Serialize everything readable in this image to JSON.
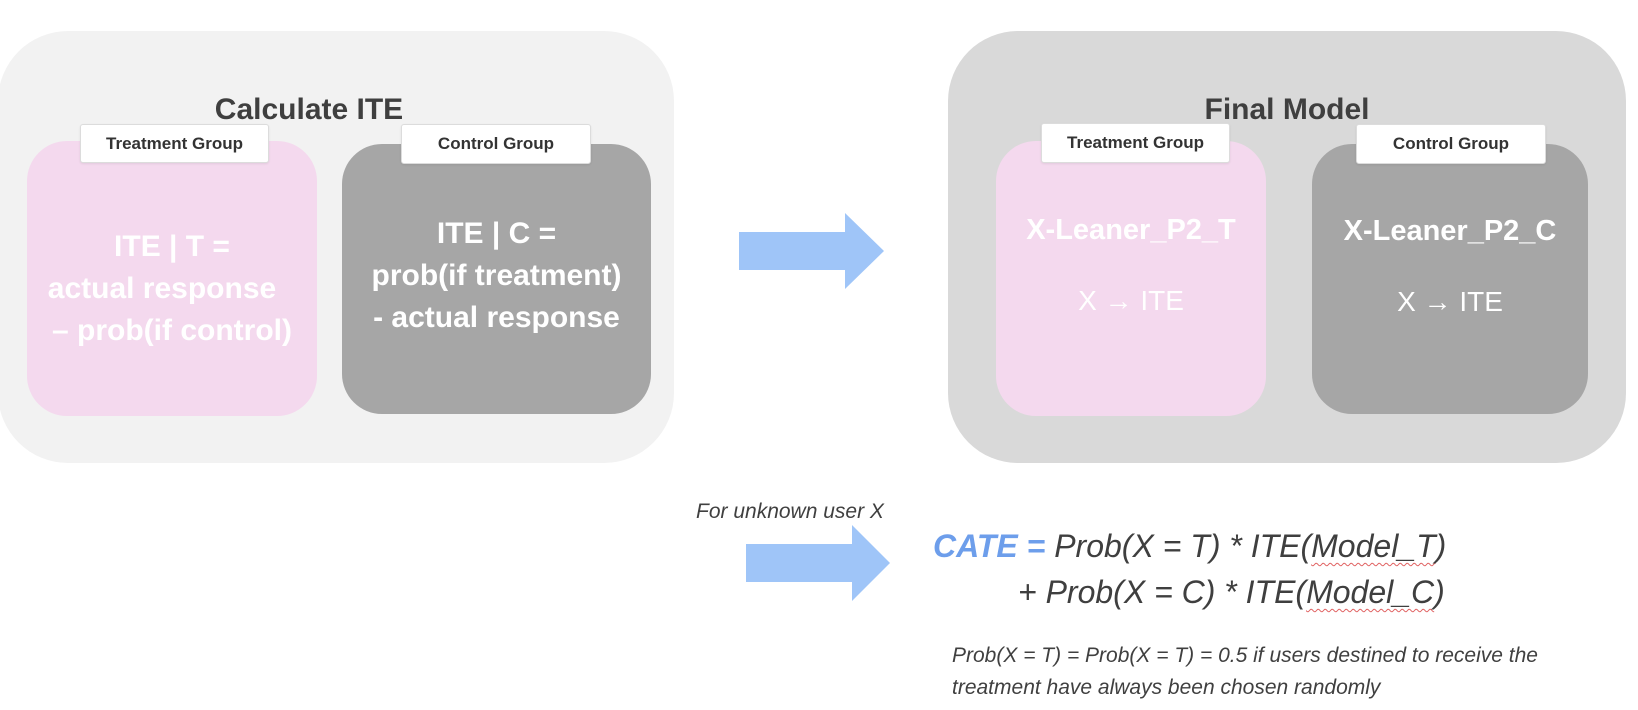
{
  "left_panel": {
    "title": "Calculate ITE",
    "treatment_tag": "Treatment Group",
    "control_tag": "Control Group",
    "treatment_lines": [
      "ITE | T =",
      "actual response",
      "– prob(if control)"
    ],
    "control_lines": [
      "ITE | C =",
      "prob(if treatment)",
      "- actual response"
    ]
  },
  "right_panel": {
    "title": "Final Model",
    "treatment_tag": "Treatment Group",
    "control_tag": "Control Group",
    "treatment_model": "X-Leaner_P2_T",
    "treatment_sub": "X → ITE",
    "control_model": "X-Leaner_P2_C",
    "control_sub": "X → ITE"
  },
  "bottom": {
    "caption": "For unknown user X",
    "cate_label": "CATE =",
    "line1_a": " Prob(X = T) * ITE(",
    "line1_model": "Model_T",
    "line1_b": ")",
    "line2_a": "+ Prob(X = C) * ITE(",
    "line2_model": "Model_C",
    "line2_b": ")",
    "note": "Prob(X = T)  = Prob(X = T)  = 0.5 if users destined to receive the treatment have always been chosen randomly"
  },
  "colors": {
    "arrow": "#9fc5f8",
    "pink_box": "#f4d9ee",
    "grey_box": "#a6a6a6",
    "cate_label": "#6d9eeb"
  }
}
